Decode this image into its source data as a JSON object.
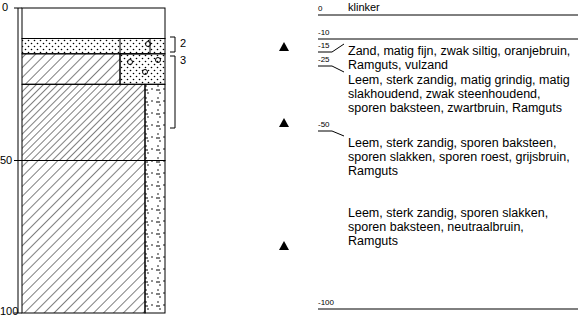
{
  "diagram": {
    "labels": [
      "0",
      "50",
      "100",
      "2",
      "3",
      "0",
      "klinker",
      "-10",
      "-15",
      "Zand, matig fijn, zwak siltig, oranjebruin, Ramguts, vulzand",
      "-25",
      "Leem, sterk zandig, matig grindig, matig slakhoudend, zwak steenhoudend, sporen baksteen, zwartbruin, Ramguts",
      "-50",
      "Leem, sterk zandig, sporen baksteen, sporen slakken, sporen roest, grijsbruin, Ramguts",
      "Leem, sterk zandig, sporen slakken, sporen baksteen, neutraalbruin, Ramguts",
      "-100"
    ]
  }
}
